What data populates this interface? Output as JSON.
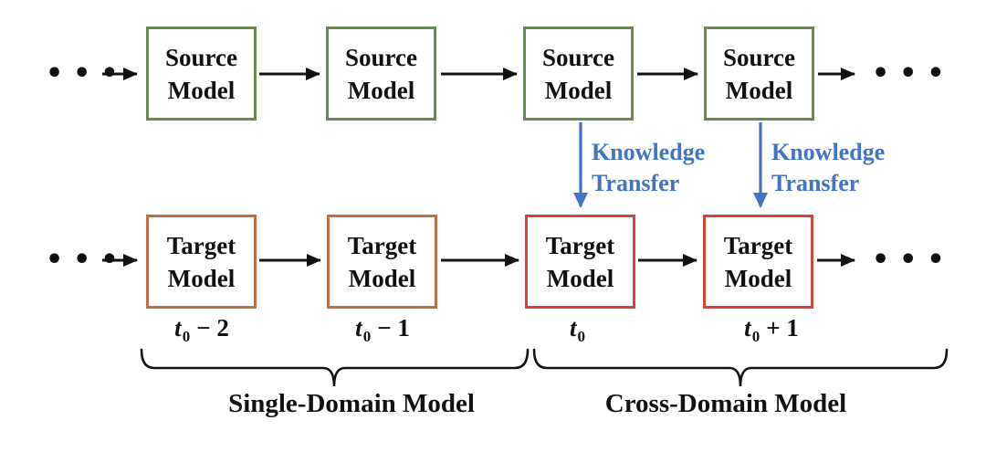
{
  "boxes": {
    "source": {
      "line1": "Source",
      "line2": "Model"
    },
    "target": {
      "line1": "Target",
      "line2": "Model"
    }
  },
  "transfer": {
    "line1": "Knowledge",
    "line2": "Transfer"
  },
  "timeline": {
    "labels": [
      {
        "var": "t",
        "sub": "0",
        "op": "− 2"
      },
      {
        "var": "t",
        "sub": "0",
        "op": "− 1"
      },
      {
        "var": "t",
        "sub": "0",
        "op": ""
      },
      {
        "var": "t",
        "sub": "0",
        "op": "+ 1"
      }
    ]
  },
  "groups": {
    "single_domain": "Single-Domain Model",
    "cross_domain": "Cross-Domain Model"
  },
  "icons": {
    "ellipsis": "•••"
  },
  "colors": {
    "source_border": "#6a8a4f",
    "target_past_border": "#c0703e",
    "target_current_border": "#d9423c",
    "transfer_blue": "#4273c4",
    "line_black": "#111111"
  }
}
